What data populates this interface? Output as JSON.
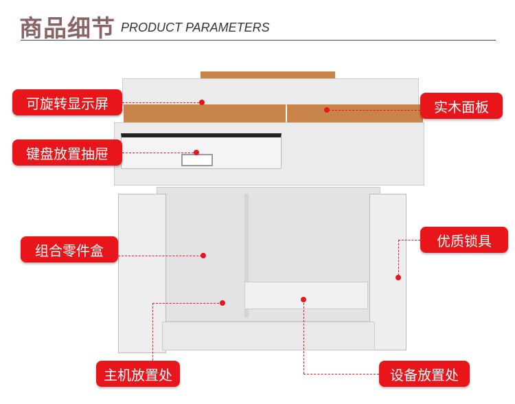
{
  "header": {
    "title": "商品细节",
    "subtitle": "PRODUCT PARAMETERS"
  },
  "labels": {
    "rotating_screen": "可旋转显示屏",
    "wood_panel": "实木面板",
    "keyboard_drawer": "键盘放置抽屉",
    "parts_box": "组合零件盒",
    "lock": "优质锁具",
    "host_area": "主机放置处",
    "device_area": "设备放置处"
  },
  "colors": {
    "accent": "#e8161b",
    "title": "#8a6464",
    "wood": "#c9844a",
    "body": "#e9e9ea"
  }
}
